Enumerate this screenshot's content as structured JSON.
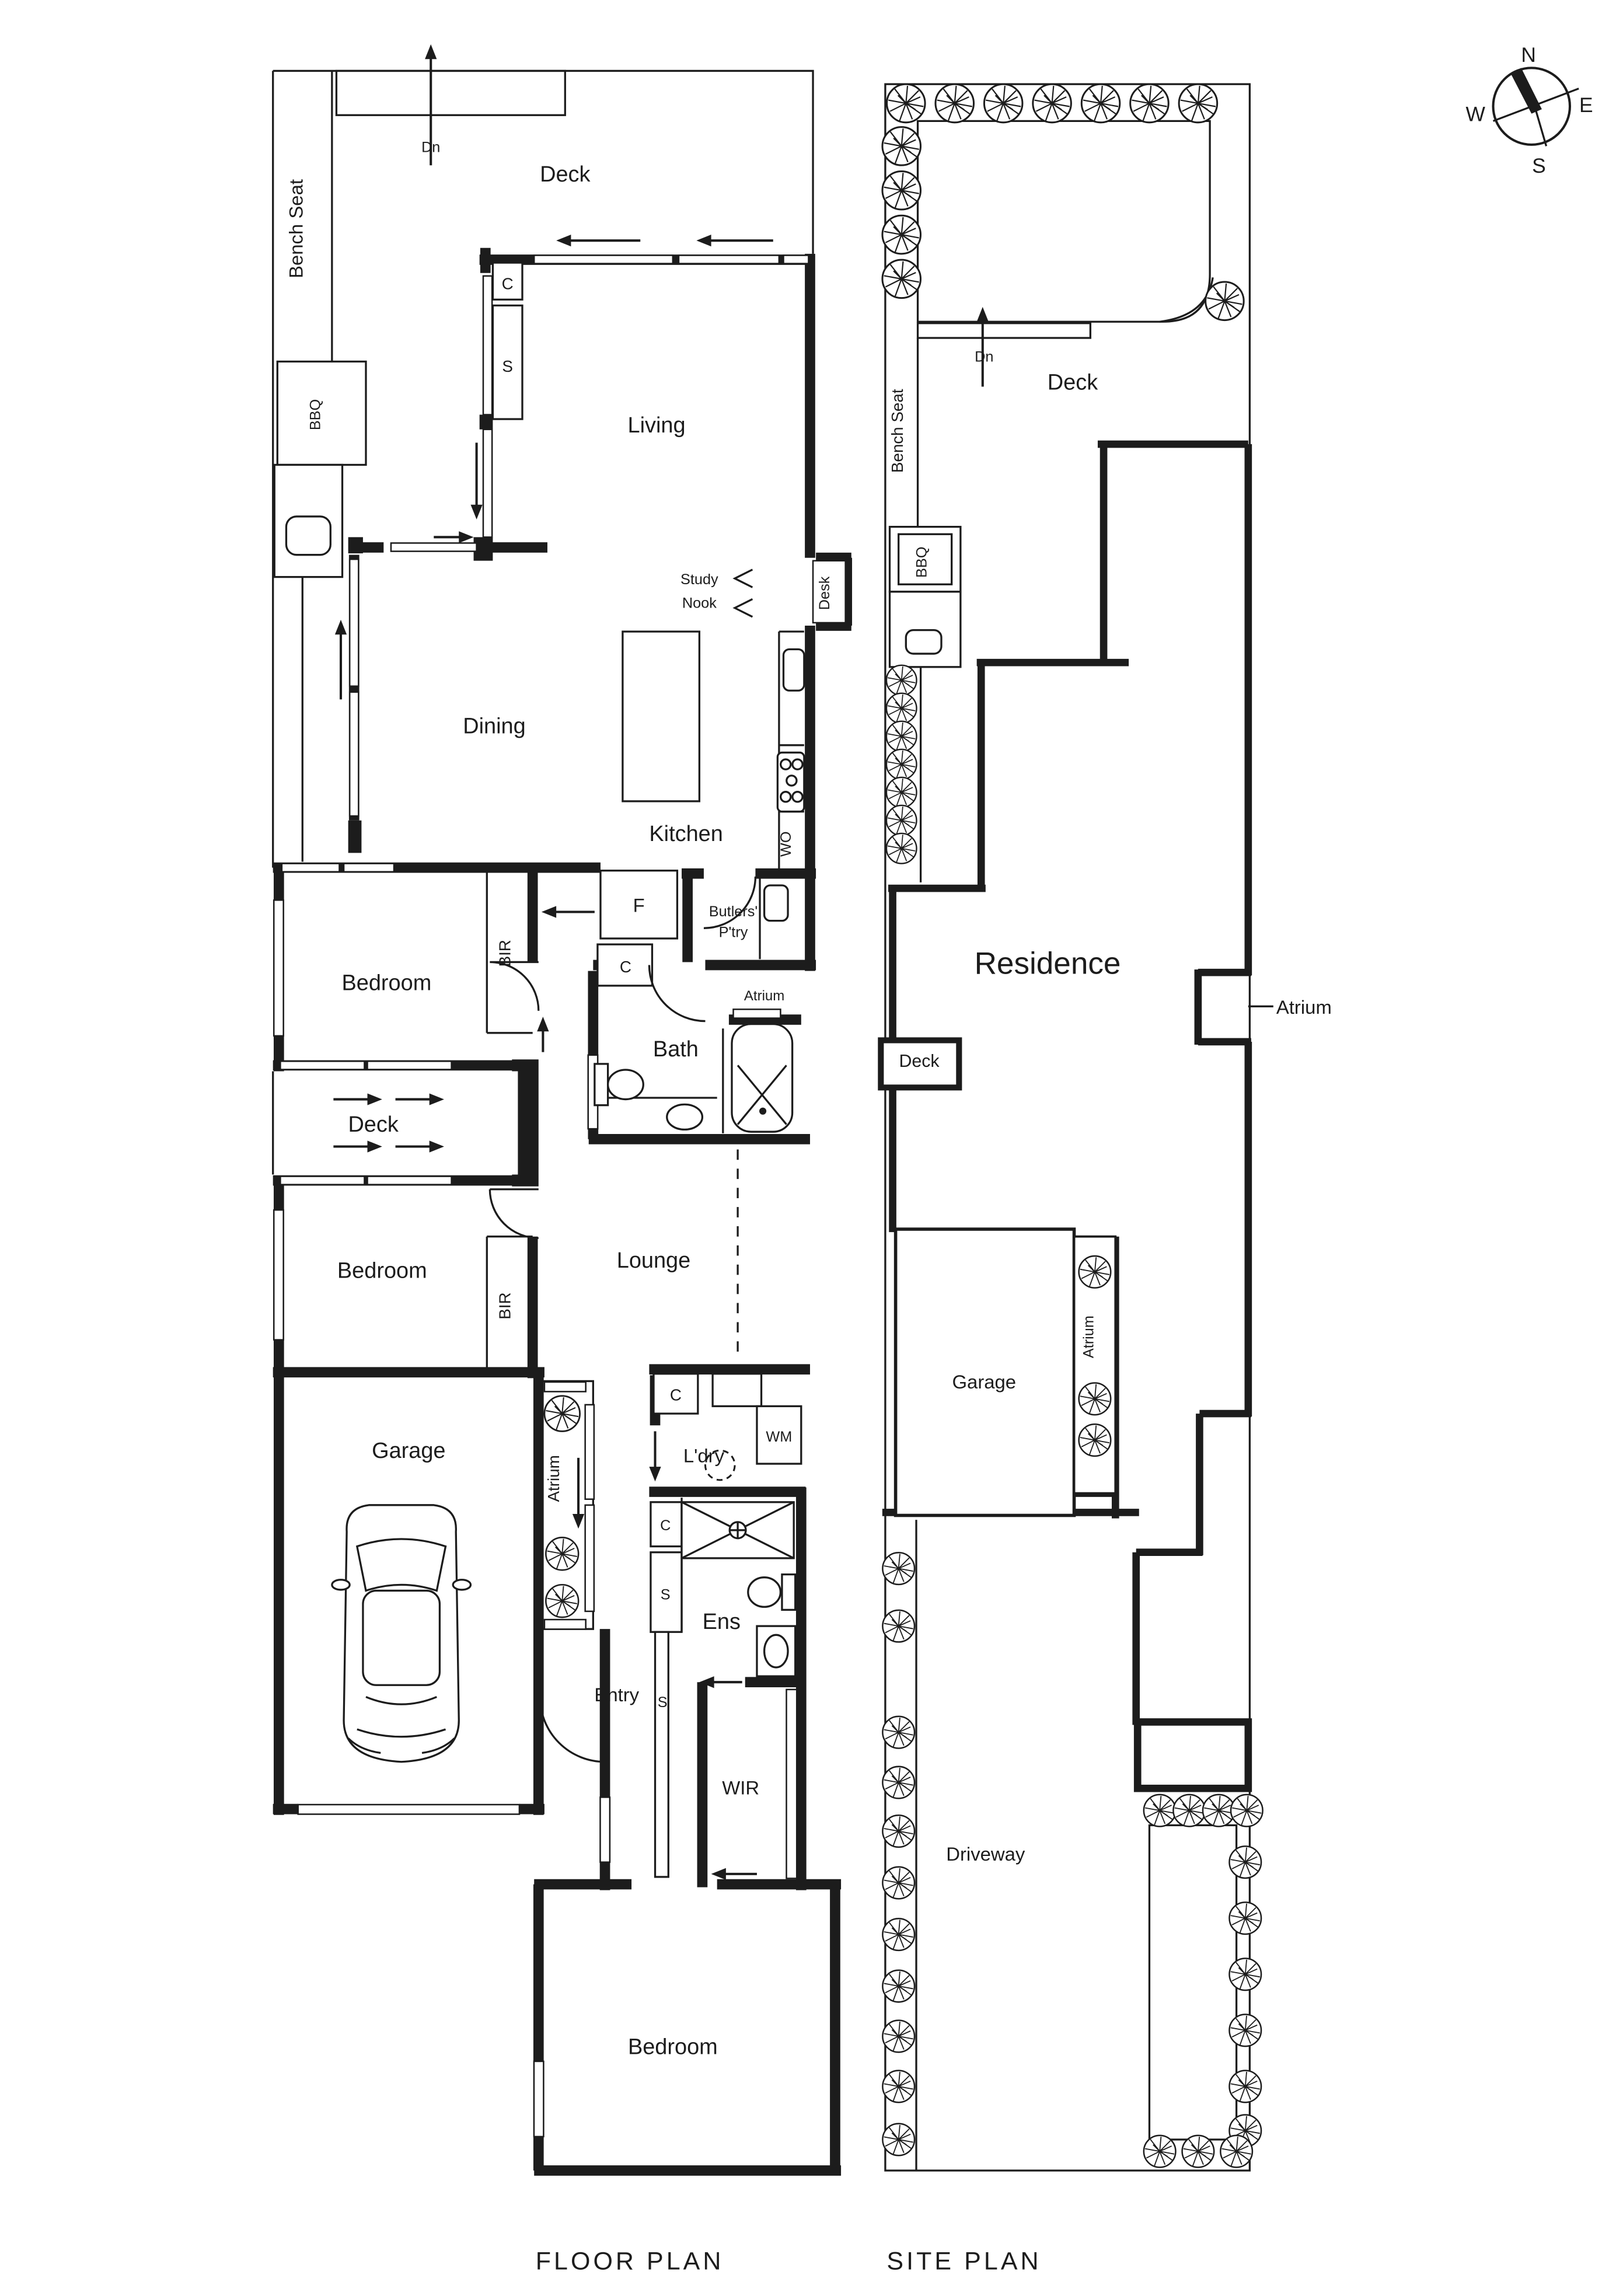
{
  "document": {
    "type": "real-estate floor plan drawing"
  },
  "compass": {
    "north": "N",
    "east": "E",
    "south": "S",
    "west": "W"
  },
  "floor_plan": {
    "title": "FLOOR PLAN",
    "rooms": {
      "deck_top": "Deck",
      "living": "Living",
      "dining": "Dining",
      "kitchen": "Kitchen",
      "bath": "Bath",
      "bedroom_1": "Bedroom",
      "deck_middle": "Deck",
      "bedroom_2": "Bedroom",
      "lounge": "Lounge",
      "garage": "Garage",
      "laundry": "L'dry",
      "ensuite": "Ens",
      "entry": "Entry",
      "wir": "WIR",
      "bedroom_3": "Bedroom",
      "atrium_strip": "Atrium",
      "atrium_court": "Atrium",
      "study_nook_line_1": "Study",
      "study_nook_line_2": "Nook",
      "butlers_line_1": "Butlers'",
      "butlers_line_2": "P'try"
    },
    "fixtures": {
      "down": "Dn",
      "bench_seat": "Bench Seat",
      "bbq": "BBQ",
      "cupboard_living": "C",
      "shelves_living": "S",
      "desk": "Desk",
      "wall_oven": "WO",
      "fridge": "F",
      "cupboard_kitchen": "C",
      "bir_1": "BIR",
      "bir_2": "BIR",
      "cupboard_laundry": "C",
      "washing_machine": "WM",
      "cupboard_hall": "C",
      "shelves_hall": "S",
      "shelves_wir": "S"
    }
  },
  "site_plan": {
    "title": "SITE PLAN",
    "labels": {
      "residence": "Residence",
      "deck_rear": "Deck",
      "deck_side": "Deck",
      "garage": "Garage",
      "driveway": "Driveway",
      "atrium_east": "Atrium",
      "atrium_strip": "Atrium",
      "bench_seat": "Bench Seat",
      "bbq": "BBQ",
      "down": "Dn"
    }
  }
}
